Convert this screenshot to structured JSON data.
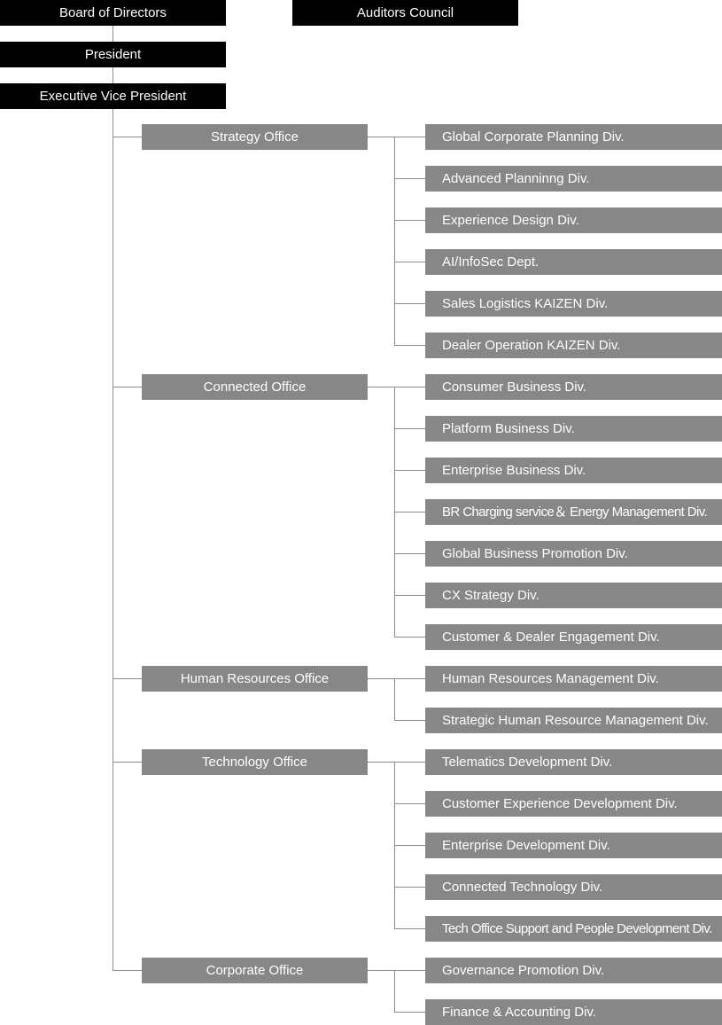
{
  "board": "Board of Directors",
  "auditors": "Auditors Council",
  "president": "President",
  "evp": "Executive Vice President",
  "offices": [
    {
      "name": "Strategy Office",
      "divisions": [
        "Global Corporate Planning Div.",
        "Advanced Planninng Div.",
        "Experience Design Div.",
        "AI/InfoSec Dept.",
        "Sales Logistics KAIZEN Div.",
        "Dealer Operation KAIZEN Div."
      ]
    },
    {
      "name": "Connected Office",
      "divisions": [
        "Consumer Business Div.",
        "Platform Business Div.",
        "Enterprise Business Div.",
        "BR Charging service＆ Energy Management Div.",
        "Global Business Promotion Div.",
        "CX Strategy Div.",
        "Customer & Dealer Engagement Div."
      ]
    },
    {
      "name": "Human Resources Office",
      "divisions": [
        "Human Resources Management Div.",
        "Strategic Human Resource Management Div."
      ]
    },
    {
      "name": "Technology Office",
      "divisions": [
        "Telematics Development Div.",
        "Customer Experience Development Div.",
        "Enterprise  Development Div.",
        "Connected Technology Div.",
        "Tech Office Support and People Development Div."
      ]
    },
    {
      "name": "Corporate Office",
      "divisions": [
        "Governance Promotion Div.",
        "Finance & Accounting Div."
      ]
    }
  ],
  "colors": {
    "executive_box": "#000000",
    "unit_box": "#878787",
    "connector": "#8c8c8c",
    "text": "#ffffff"
  }
}
